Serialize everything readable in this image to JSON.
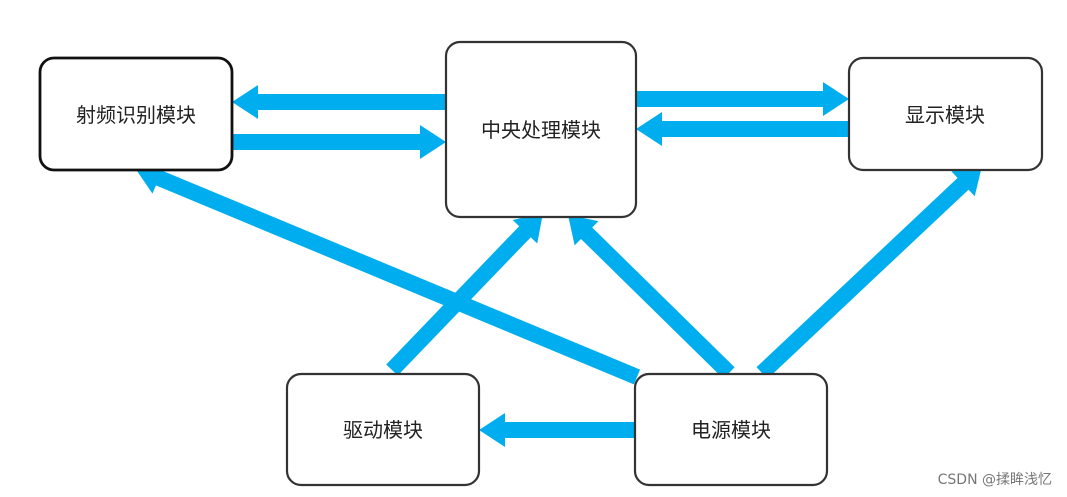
{
  "diagram": {
    "accent_color": "#00AEEF",
    "nodes": {
      "rf": {
        "label": "射频识别模块"
      },
      "cpu": {
        "label": "中央处理模块"
      },
      "display": {
        "label": "显示模块"
      },
      "driver": {
        "label": "驱动模块"
      },
      "power": {
        "label": "电源模块"
      }
    },
    "connections": [
      {
        "from": "cpu",
        "to": "rf"
      },
      {
        "from": "rf",
        "to": "cpu"
      },
      {
        "from": "cpu",
        "to": "display"
      },
      {
        "from": "display",
        "to": "cpu"
      },
      {
        "from": "power",
        "to": "rf"
      },
      {
        "from": "driver",
        "to": "cpu"
      },
      {
        "from": "power",
        "to": "cpu"
      },
      {
        "from": "power",
        "to": "display"
      },
      {
        "from": "power",
        "to": "driver"
      }
    ]
  },
  "watermark": "CSDN @揉眸浅忆"
}
